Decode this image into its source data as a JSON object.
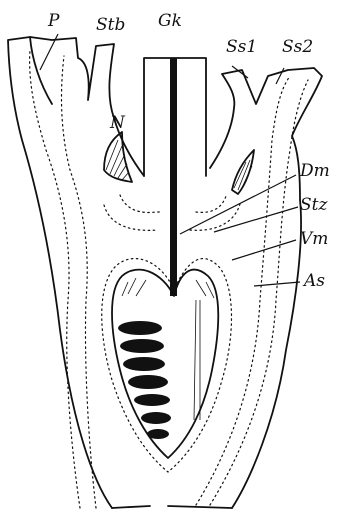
{
  "labels": {
    "P": "P",
    "Stb": "Stb",
    "Gk": "Gk",
    "Ss1": "Ss1",
    "Ss2": "Ss2",
    "N": "N",
    "Dm": "Dm",
    "Stz": "Stz",
    "Vm": "Vm",
    "As": "As"
  },
  "colors": {
    "ink": "#111111",
    "background": "#ffffff"
  }
}
